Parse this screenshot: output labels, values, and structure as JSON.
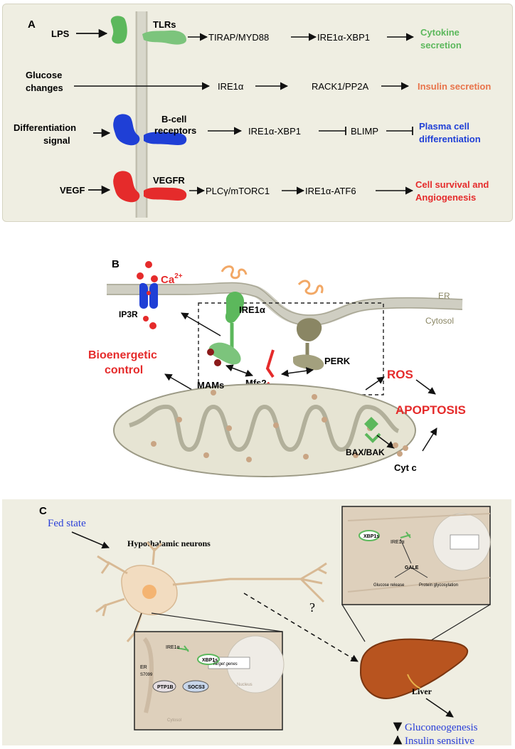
{
  "panel_a": {
    "label": "A",
    "rows": [
      {
        "input": "LPS",
        "receptor": "TLRs",
        "step1": "TIRAP/MYD88",
        "step2": "IRE1α-XBP1",
        "outcome_line1": "Cytokine",
        "outcome_line2": "secretion",
        "color": "#5cb85c"
      },
      {
        "input_line1": "Glucose",
        "input_line2": "changes",
        "step1": "IRE1α",
        "step2": "RACK1/PP2A",
        "outcome": "Insulin secretion",
        "color": "#e8734a"
      },
      {
        "input_line1": "Differentiation",
        "input_line2": "signal",
        "receptor_line1": "B-cell",
        "receptor_line2": "receptors",
        "step1": "IRE1α-XBP1",
        "step2": "BLIMP",
        "outcome_line1": "Plasma cell",
        "outcome_line2": "differentiation",
        "color": "#1f3fd6"
      },
      {
        "input": "VEGF",
        "receptor": "VEGFR",
        "step1": "PLCγ/mTORC1",
        "step2": "IRE1α-ATF6",
        "outcome_line1": "Cell survival and",
        "outcome_line2": "Angiogenesis",
        "color": "#e52b2b"
      }
    ]
  },
  "panel_b": {
    "label": "B",
    "ca": "Ca",
    "ca_sup": "2+",
    "ip3r": "IP3R",
    "ire1": "IRE1α",
    "perk": "PERK",
    "er": "ER",
    "cytosol": "Cytosol",
    "bioenergetic_line1": "Bioenergetic",
    "bioenergetic_line2": "control",
    "mfs2": "Mfs2",
    "mams": "MAMs",
    "ros": "ROS",
    "apoptosis": "APOPTOSIS",
    "baxbak": "BAX/BAK",
    "cytc": "Cyt c",
    "colors": {
      "red": "#e52b2b",
      "green": "#5cb85c",
      "blue": "#1f3fd6",
      "olive": "#8a8664"
    }
  },
  "panel_c": {
    "label": "C",
    "fed_state": "Fed state",
    "neurons": "Hypothalamic neurons",
    "question": "?",
    "liver": "Liver",
    "outcome1": "Gluconeogenesis",
    "outcome2": "Insulin sensitive",
    "inset1": {
      "ire1": "IRE1α",
      "xbp1": "XBP1s",
      "ptp1b": "PTP1B",
      "socs3": "SOCS3",
      "genes": "Target genes",
      "er": "ER",
      "s7099": "S7099",
      "cytosol": "Cytosol",
      "nucleus": "Nucleus"
    },
    "inset2": {
      "xbp1": "XBP1s",
      "ire1": "IRE1α",
      "gale": "GALE",
      "glucose": "Glucose release",
      "protein": "Protein glycosylation"
    },
    "colors": {
      "blue": "#2a3fd8"
    }
  }
}
